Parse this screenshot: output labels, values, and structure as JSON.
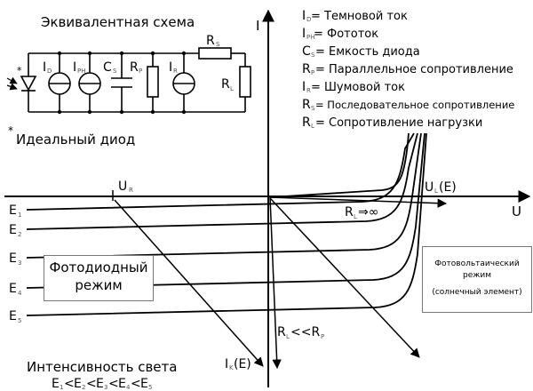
{
  "schematic": {
    "title": "Эквивалентная схема",
    "footnote_star": "*",
    "footnote": "Идеальный диод",
    "labels": {
      "ID": {
        "main": "I",
        "sub": "D"
      },
      "IPH": {
        "main": "I",
        "sub": "PH"
      },
      "CS": {
        "main": "C",
        "sub": "S"
      },
      "RP": {
        "main": "R",
        "sub": "P"
      },
      "IR": {
        "main": "I",
        "sub": "R"
      },
      "RS": {
        "main": "R",
        "sub": "S"
      },
      "RL": {
        "main": "R",
        "sub": "L"
      }
    },
    "diode_star": "*"
  },
  "legend": [
    {
      "main": "I",
      "sub": "D",
      "text": "= Темновой ток"
    },
    {
      "main": "I",
      "sub": "PH",
      "text": "= Фототок"
    },
    {
      "main": "C",
      "sub": "S",
      "text": "= Емкость диода"
    },
    {
      "main": "R",
      "sub": "P",
      "text": "= Параллельное сопротивление"
    },
    {
      "main": "I",
      "sub": "R",
      "text": "= Шумовой ток"
    },
    {
      "main": "R",
      "sub": "S",
      "text": "= Последовательное сопротивление"
    },
    {
      "main": "R",
      "sub": "L",
      "text": "= Сопротивление нагрузки"
    }
  ],
  "axes": {
    "y_label": "I",
    "x_label": "U"
  },
  "curves": [
    {
      "main": "E",
      "sub": "1"
    },
    {
      "main": "E",
      "sub": "2"
    },
    {
      "main": "E",
      "sub": "3"
    },
    {
      "main": "E",
      "sub": "4"
    },
    {
      "main": "E",
      "sub": "5"
    }
  ],
  "annotations": {
    "ur": {
      "main": "U",
      "sub": "R"
    },
    "ul": {
      "main": "U",
      "sub": "L",
      "suffix": "(E)"
    },
    "rl_inf": {
      "main": "R",
      "sub": "L",
      "suffix": "⇒∞"
    },
    "rl_small": {
      "main": "R",
      "sub": "L",
      "mid": "<<R",
      "sub2": "P"
    },
    "ik": {
      "main": "I",
      "sub": "K",
      "suffix": "(E)"
    },
    "intensity_title": "Интенсивность света",
    "intensity_order": [
      {
        "main": "E",
        "sub": "1"
      },
      {
        "main": "E",
        "sub": "2"
      },
      {
        "main": "E",
        "sub": "3"
      },
      {
        "main": "E",
        "sub": "4"
      },
      {
        "main": "E",
        "sub": "5"
      }
    ],
    "intensity_sep": "<"
  },
  "boxes": {
    "photodiode": {
      "line1": "Фотодиодный",
      "line2": "режим"
    },
    "photovoltaic": {
      "line1": "Фотовольтаический",
      "line2": "режим",
      "line3": "(солнечный элемент)"
    }
  }
}
